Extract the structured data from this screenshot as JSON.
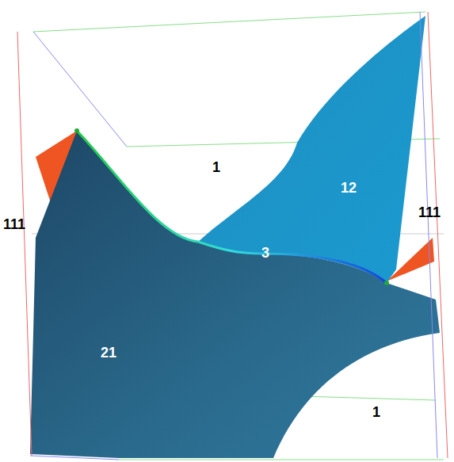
{
  "diagram": {
    "labels": [
      "1",
      "12",
      "111",
      "111",
      "3",
      "21",
      "1"
    ]
  }
}
